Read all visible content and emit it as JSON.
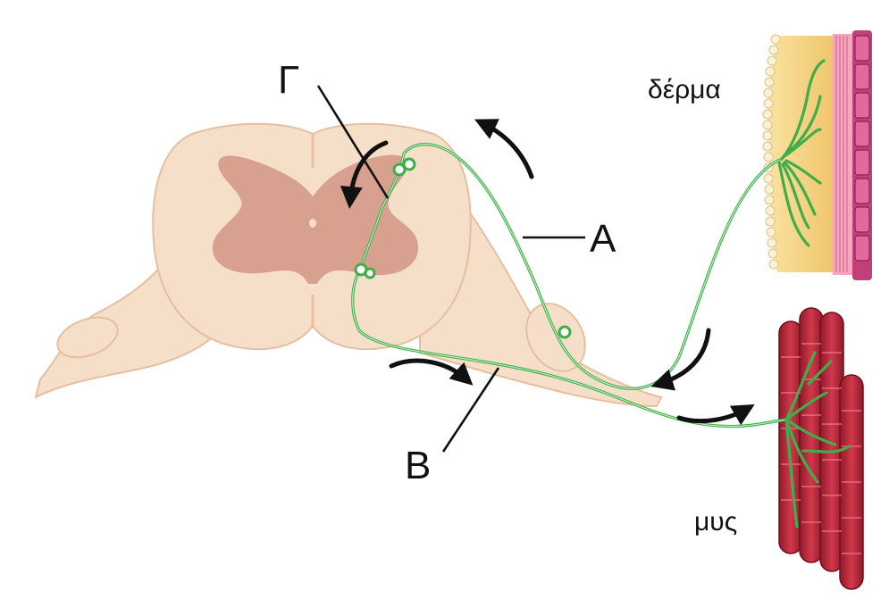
{
  "labels": {
    "gamma": "Γ",
    "a": "A",
    "b": "B",
    "skin": "δέρμα",
    "muscle": "μυς"
  },
  "colors": {
    "cord": "#f6dfc9",
    "cord_outline": "#e5bfa0",
    "gray_matter": "#d8a08e",
    "nerve": "#3fae4a",
    "skin_fat": "#f4d889",
    "skin_pink": "#e67fa6",
    "muscle": "#b9283c",
    "arrows": "#111111"
  }
}
